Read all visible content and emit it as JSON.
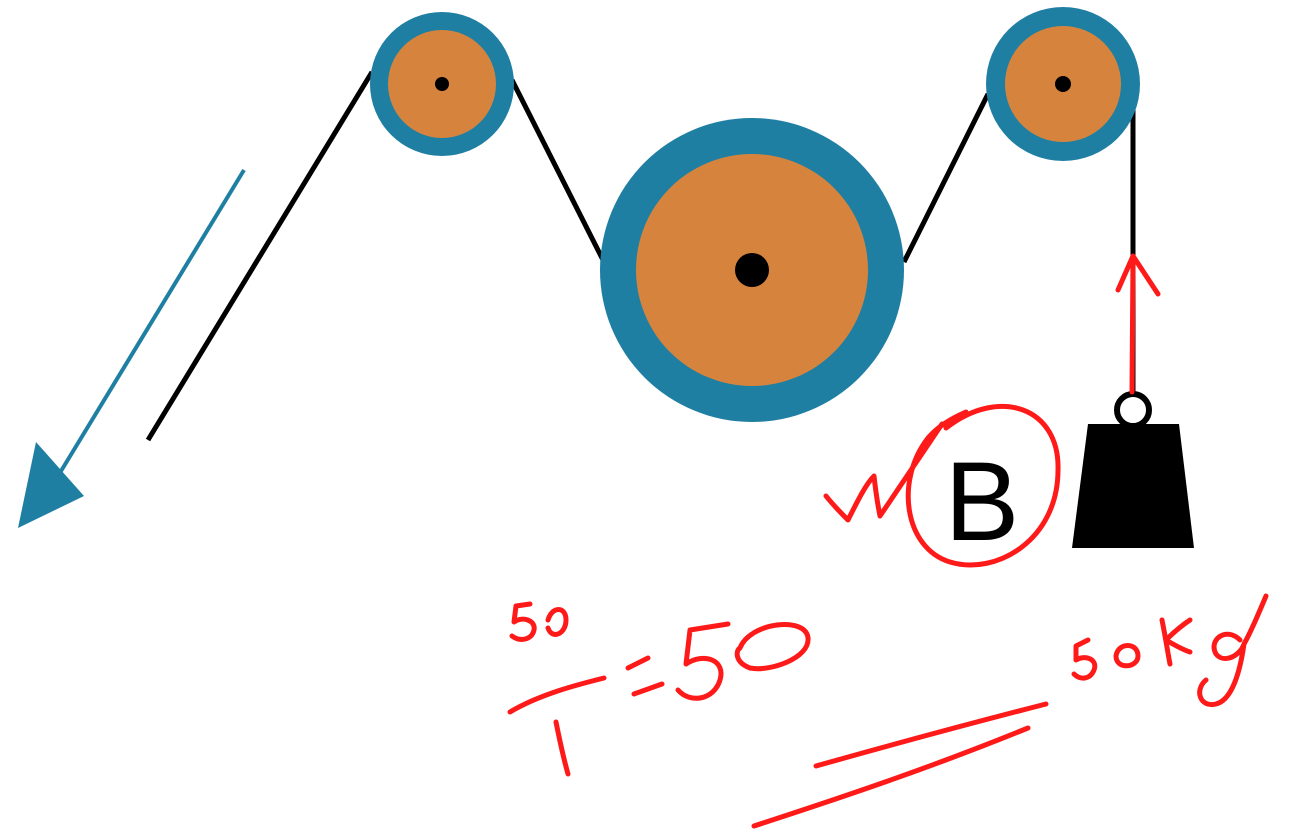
{
  "diagram": {
    "colors": {
      "background": "#ffffff",
      "pulley_rim": "#1f7fa3",
      "pulley_fill": "#d6843d",
      "rope": "#000000",
      "direction_arrow": "#1f7fa3",
      "annotation": "#ff1a1a",
      "weight": "#000000"
    },
    "pulleys": [
      {
        "name": "top-left-pulley"
      },
      {
        "name": "center-large-pulley"
      },
      {
        "name": "top-right-pulley"
      }
    ],
    "weight_label": "B",
    "icons": {
      "pull_arrow": "arrow-down-left-icon",
      "weight": "hanging-weight-icon"
    }
  },
  "annotations": {
    "numerator": "50",
    "denominator": "1",
    "equals": "=",
    "result": "50",
    "mass": "50 kg",
    "tick_mark": "✓",
    "circled_label": "B"
  }
}
